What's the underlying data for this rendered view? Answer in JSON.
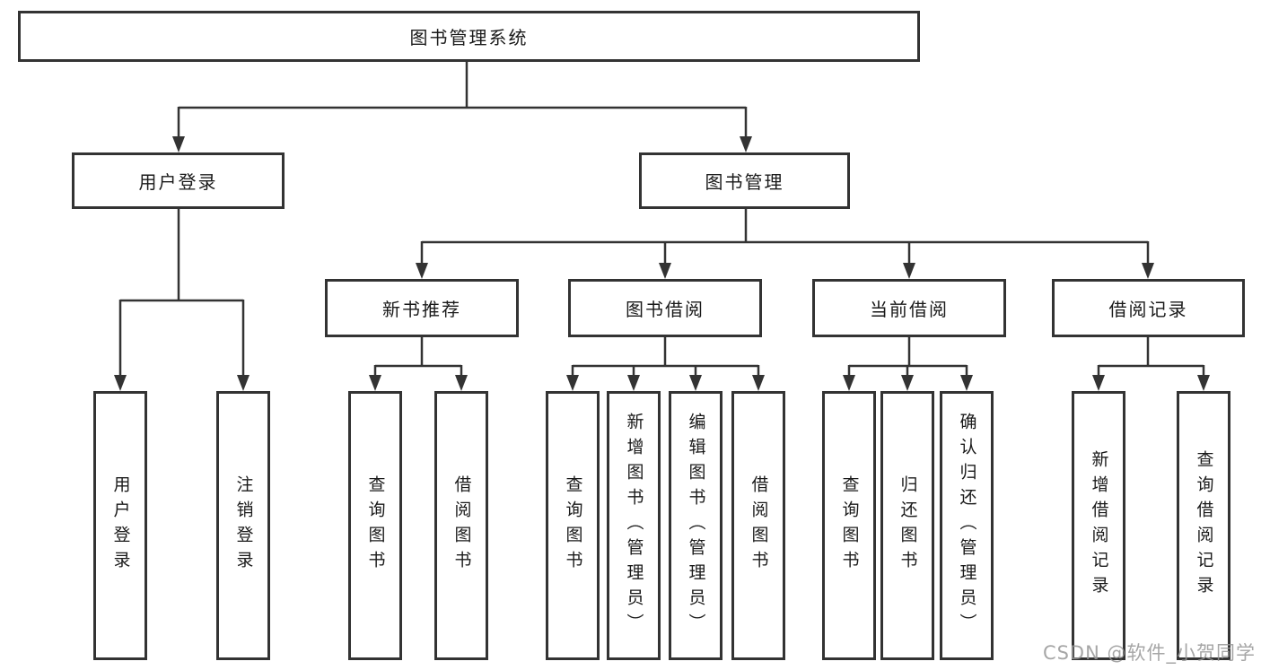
{
  "diagram": {
    "title": "图书管理系统",
    "tree": {
      "label": "图书管理系统",
      "children": [
        {
          "label": "用户登录",
          "children": [
            {
              "label": "用户登录"
            },
            {
              "label": "注销登录"
            }
          ]
        },
        {
          "label": "图书管理",
          "children": [
            {
              "label": "新书推荐",
              "children": [
                {
                  "label": "查询图书"
                },
                {
                  "label": "借阅图书"
                }
              ]
            },
            {
              "label": "图书借阅",
              "children": [
                {
                  "label": "查询图书"
                },
                {
                  "label": "新增图书（管理员）"
                },
                {
                  "label": "编辑图书（管理员）"
                },
                {
                  "label": "借阅图书"
                }
              ]
            },
            {
              "label": "当前借阅",
              "children": [
                {
                  "label": "查询图书"
                },
                {
                  "label": "归还图书"
                },
                {
                  "label": "确认归还（管理员）"
                }
              ]
            },
            {
              "label": "借阅记录",
              "children": [
                {
                  "label": "新增借阅记录"
                },
                {
                  "label": "查询借阅记录"
                }
              ]
            }
          ]
        }
      ]
    }
  },
  "watermark": {
    "text": "CSDN @软件_小贺同学",
    "color": "#b6b6b6"
  },
  "colors": {
    "line": "#333333",
    "border": "#333333",
    "background": "#ffffff",
    "text": "#1a1a1a"
  }
}
